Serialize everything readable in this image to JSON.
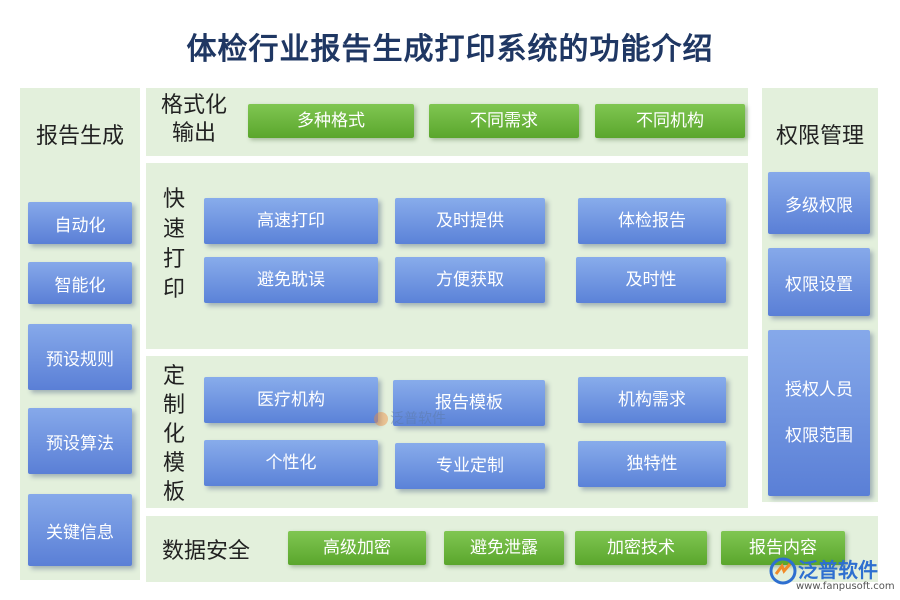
{
  "title": "体检行业报告生成打印系统的功能介绍",
  "left": {
    "title": "报告生成",
    "items": [
      "自动化",
      "智能化",
      "预设规则",
      "预设算法",
      "关键信息"
    ]
  },
  "format": {
    "title_line1": "格式化",
    "title_line2": "输出",
    "items": [
      "多种格式",
      "不同需求",
      "不同机构"
    ]
  },
  "print": {
    "title_chars": [
      "快",
      "速",
      "打",
      "印"
    ],
    "items": [
      "高速打印",
      "及时提供",
      "体检报告",
      "避免耽误",
      "方便获取",
      "及时性"
    ]
  },
  "template": {
    "title_chars": [
      "定",
      "制",
      "化",
      "模",
      "板"
    ],
    "items": [
      "医疗机构",
      "报告模板",
      "机构需求",
      "个性化",
      "专业定制",
      "独特性"
    ]
  },
  "security": {
    "title": "数据安全",
    "items": [
      "高级加密",
      "避免泄露",
      "加密技术",
      "报告内容"
    ]
  },
  "right": {
    "title": "权限管理",
    "items": [
      "多级权限",
      "权限设置"
    ],
    "last_line1": "授权人员",
    "last_line2": "权限范围"
  },
  "watermark": {
    "center_text": "泛普软件",
    "brand": "泛普软件",
    "url": "www.fanpusoft.com"
  }
}
